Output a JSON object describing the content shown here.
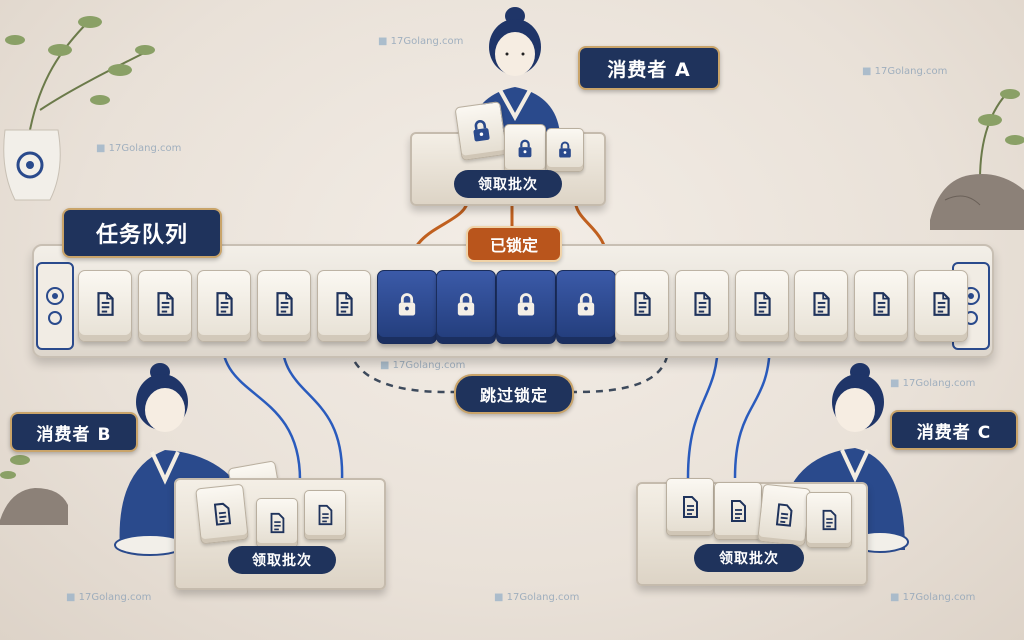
{
  "labels": {
    "queue": "任务队列",
    "consumer_a": "消费者 A",
    "consumer_b": "消费者 B",
    "consumer_c": "消费者 C",
    "locked": "已锁定",
    "skip_locked": "跳过锁定",
    "fetch_batch": "领取批次"
  },
  "watermark": "17Golang.com",
  "queue_tiles": [
    {
      "state": "task",
      "icon": "document-icon"
    },
    {
      "state": "task",
      "icon": "document-icon"
    },
    {
      "state": "task",
      "icon": "document-icon"
    },
    {
      "state": "task",
      "icon": "document-icon"
    },
    {
      "state": "task",
      "icon": "document-icon"
    },
    {
      "state": "locked",
      "icon": "lock-icon"
    },
    {
      "state": "locked",
      "icon": "lock-icon"
    },
    {
      "state": "locked",
      "icon": "lock-icon"
    },
    {
      "state": "locked",
      "icon": "lock-icon"
    },
    {
      "state": "task",
      "icon": "document-icon"
    },
    {
      "state": "task",
      "icon": "document-icon"
    },
    {
      "state": "task",
      "icon": "document-icon"
    },
    {
      "state": "task",
      "icon": "document-icon"
    },
    {
      "state": "task",
      "icon": "document-icon"
    },
    {
      "state": "task",
      "icon": "document-icon"
    }
  ],
  "colors": {
    "navy": "#1f335c",
    "lock_blue": "#2a4a8c",
    "orange": "#b9551c",
    "ivory": "#f4efe6"
  }
}
